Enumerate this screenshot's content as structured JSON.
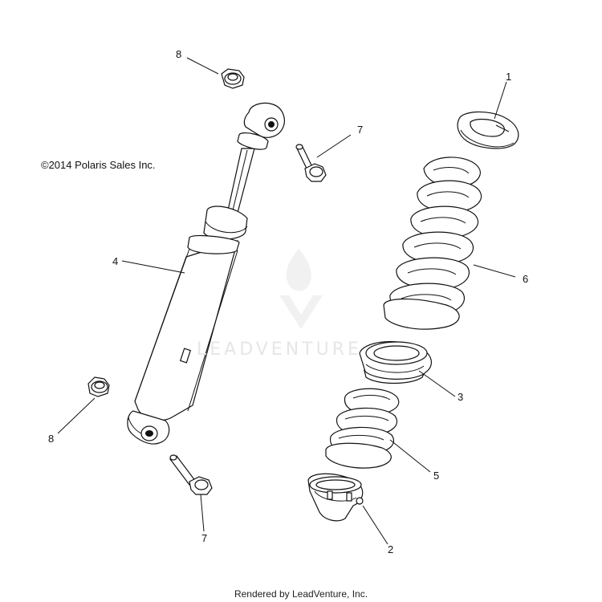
{
  "copyright": "©2014 Polaris Sales Inc.",
  "footer": "Rendered by LeadVenture, Inc.",
  "watermark": "LEADVENTURE",
  "callouts": {
    "c1": "1",
    "c2": "2",
    "c3": "3",
    "c4": "4",
    "c5": "5",
    "c6": "6",
    "c7_top": "7",
    "c7_bottom": "7",
    "c8_top": "8",
    "c8_bottom": "8"
  }
}
